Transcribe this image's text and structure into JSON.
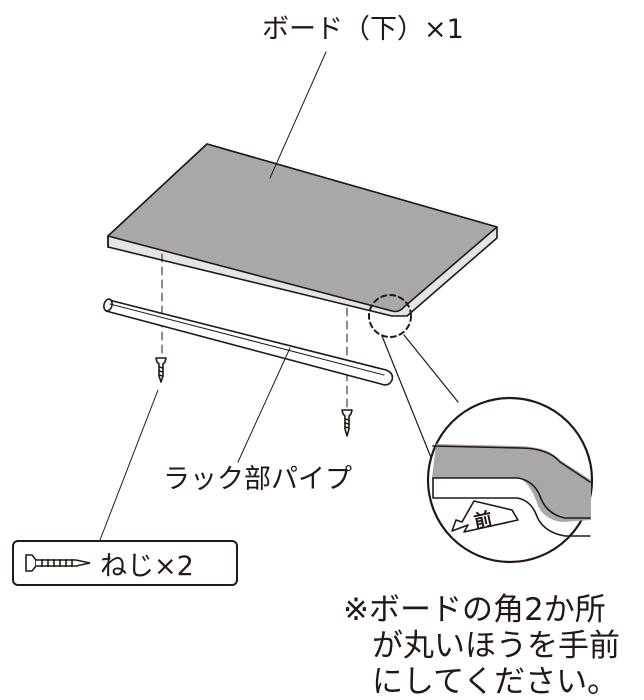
{
  "labels": {
    "board": "ボード（下）×1",
    "pipe": "ラック部パイプ",
    "screw": "ねじ×2",
    "front": "前"
  },
  "note": {
    "line1": "※ボードの角2か所",
    "line2": "が丸いほうを手前",
    "line3": "にしてください。"
  },
  "icons": [
    "screw-icon",
    "front-arrow-icon"
  ],
  "colors": {
    "line": "#231815",
    "board_top": "#a8a8a8",
    "board_edge": "#e4e4e4"
  }
}
